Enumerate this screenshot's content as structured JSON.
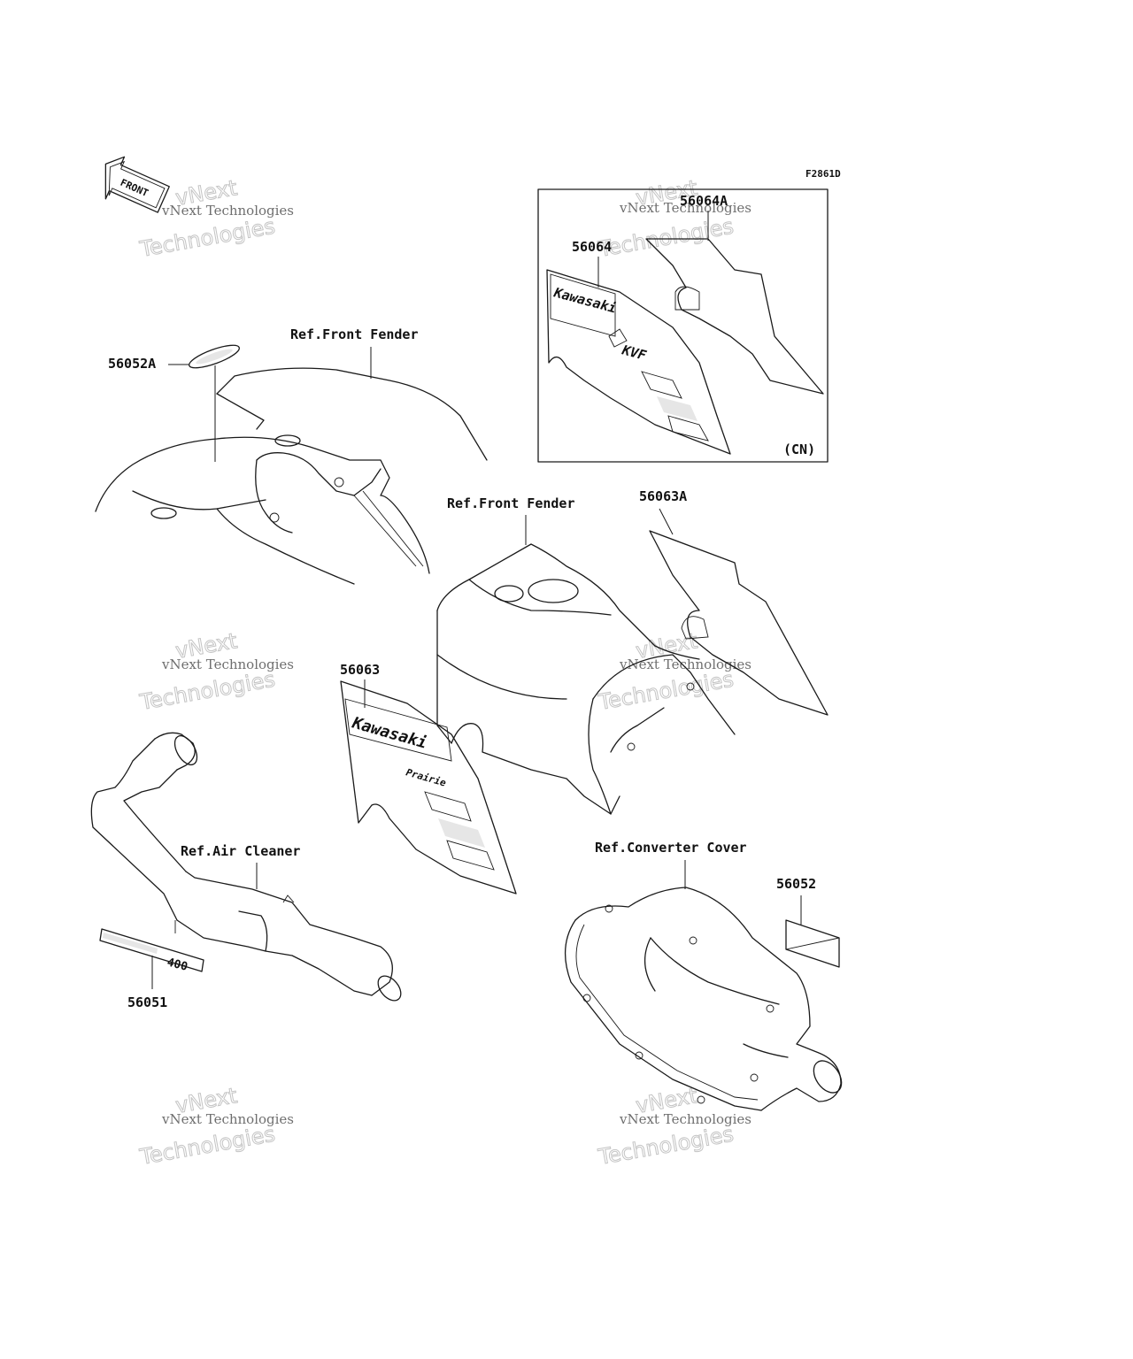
{
  "figure_code": "F2861D",
  "front_arrow_label": "FRONT",
  "inset_region_label": "(CN)",
  "watermark": {
    "line1": "vNext Technologies",
    "line2": "vNext",
    "line3": "Technologies"
  },
  "callouts": {
    "c_56064A": "56064A",
    "c_56064": "56064",
    "c_56052A": "56052A",
    "c_ref_front_fender_1": "Ref.Front Fender",
    "c_ref_front_fender_2": "Ref.Front Fender",
    "c_56063A": "56063A",
    "c_56063": "56063",
    "c_ref_air_cleaner": "Ref.Air Cleaner",
    "c_ref_converter_cover": "Ref.Converter Cover",
    "c_56052": "56052",
    "c_56051": "56051"
  },
  "decal_text": {
    "brand": "Kawasaki",
    "kvf": "KVF",
    "prairie": "Prairie",
    "displacement": "400"
  }
}
